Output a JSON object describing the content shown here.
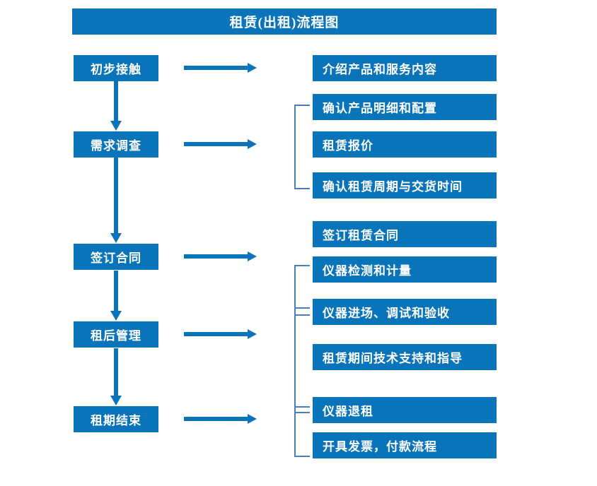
{
  "title": {
    "text": "租赁(出租)流程图"
  },
  "colors": {
    "box_fill": "#0a74ba",
    "box_text": "#ffffff",
    "arrow": "#0a74ba",
    "bracket": "#4a7ebb",
    "background": "#ffffff"
  },
  "stages": [
    {
      "label": "初步接触",
      "details": [
        "介绍产品和服务内容"
      ],
      "bracketed": false
    },
    {
      "label": "需求调查",
      "details": [
        "确认产品明细和配置",
        "租赁报价",
        "确认租赁周期与交货时间"
      ],
      "bracketed": true
    },
    {
      "label": "签订合同",
      "details": [
        "签订租赁合同",
        "仪器检测和计量"
      ],
      "bracketed": true
    },
    {
      "label": "租后管理",
      "details": [
        "仪器进场、调试和验收",
        "租赁期间技术支持和指导"
      ],
      "bracketed": true
    },
    {
      "label": "租期结束",
      "details": [
        "仪器退租",
        "开具发票，付款流程"
      ],
      "bracketed": true
    }
  ],
  "left_boxes": [
    {
      "label": "初步接触"
    },
    {
      "label": "需求调查"
    },
    {
      "label": "签订合同"
    },
    {
      "label": "租后管理"
    },
    {
      "label": "租期结束"
    }
  ],
  "right_boxes": [
    {
      "label": "介绍产品和服务内容"
    },
    {
      "label": "确认产品明细和配置"
    },
    {
      "label": "租赁报价"
    },
    {
      "label": "确认租赁周期与交货时间"
    },
    {
      "label": "签订租赁合同"
    },
    {
      "label": "仪器检测和计量"
    },
    {
      "label": "仪器进场、调试和验收"
    },
    {
      "label": "租赁期间技术支持和指导"
    },
    {
      "label": "仪器退租"
    },
    {
      "label": "开具发票，付款流程"
    }
  ],
  "connectors": {
    "horizontal_arrow_count": 5,
    "vertical_arrow_count": 4,
    "bracket_count": 4
  }
}
